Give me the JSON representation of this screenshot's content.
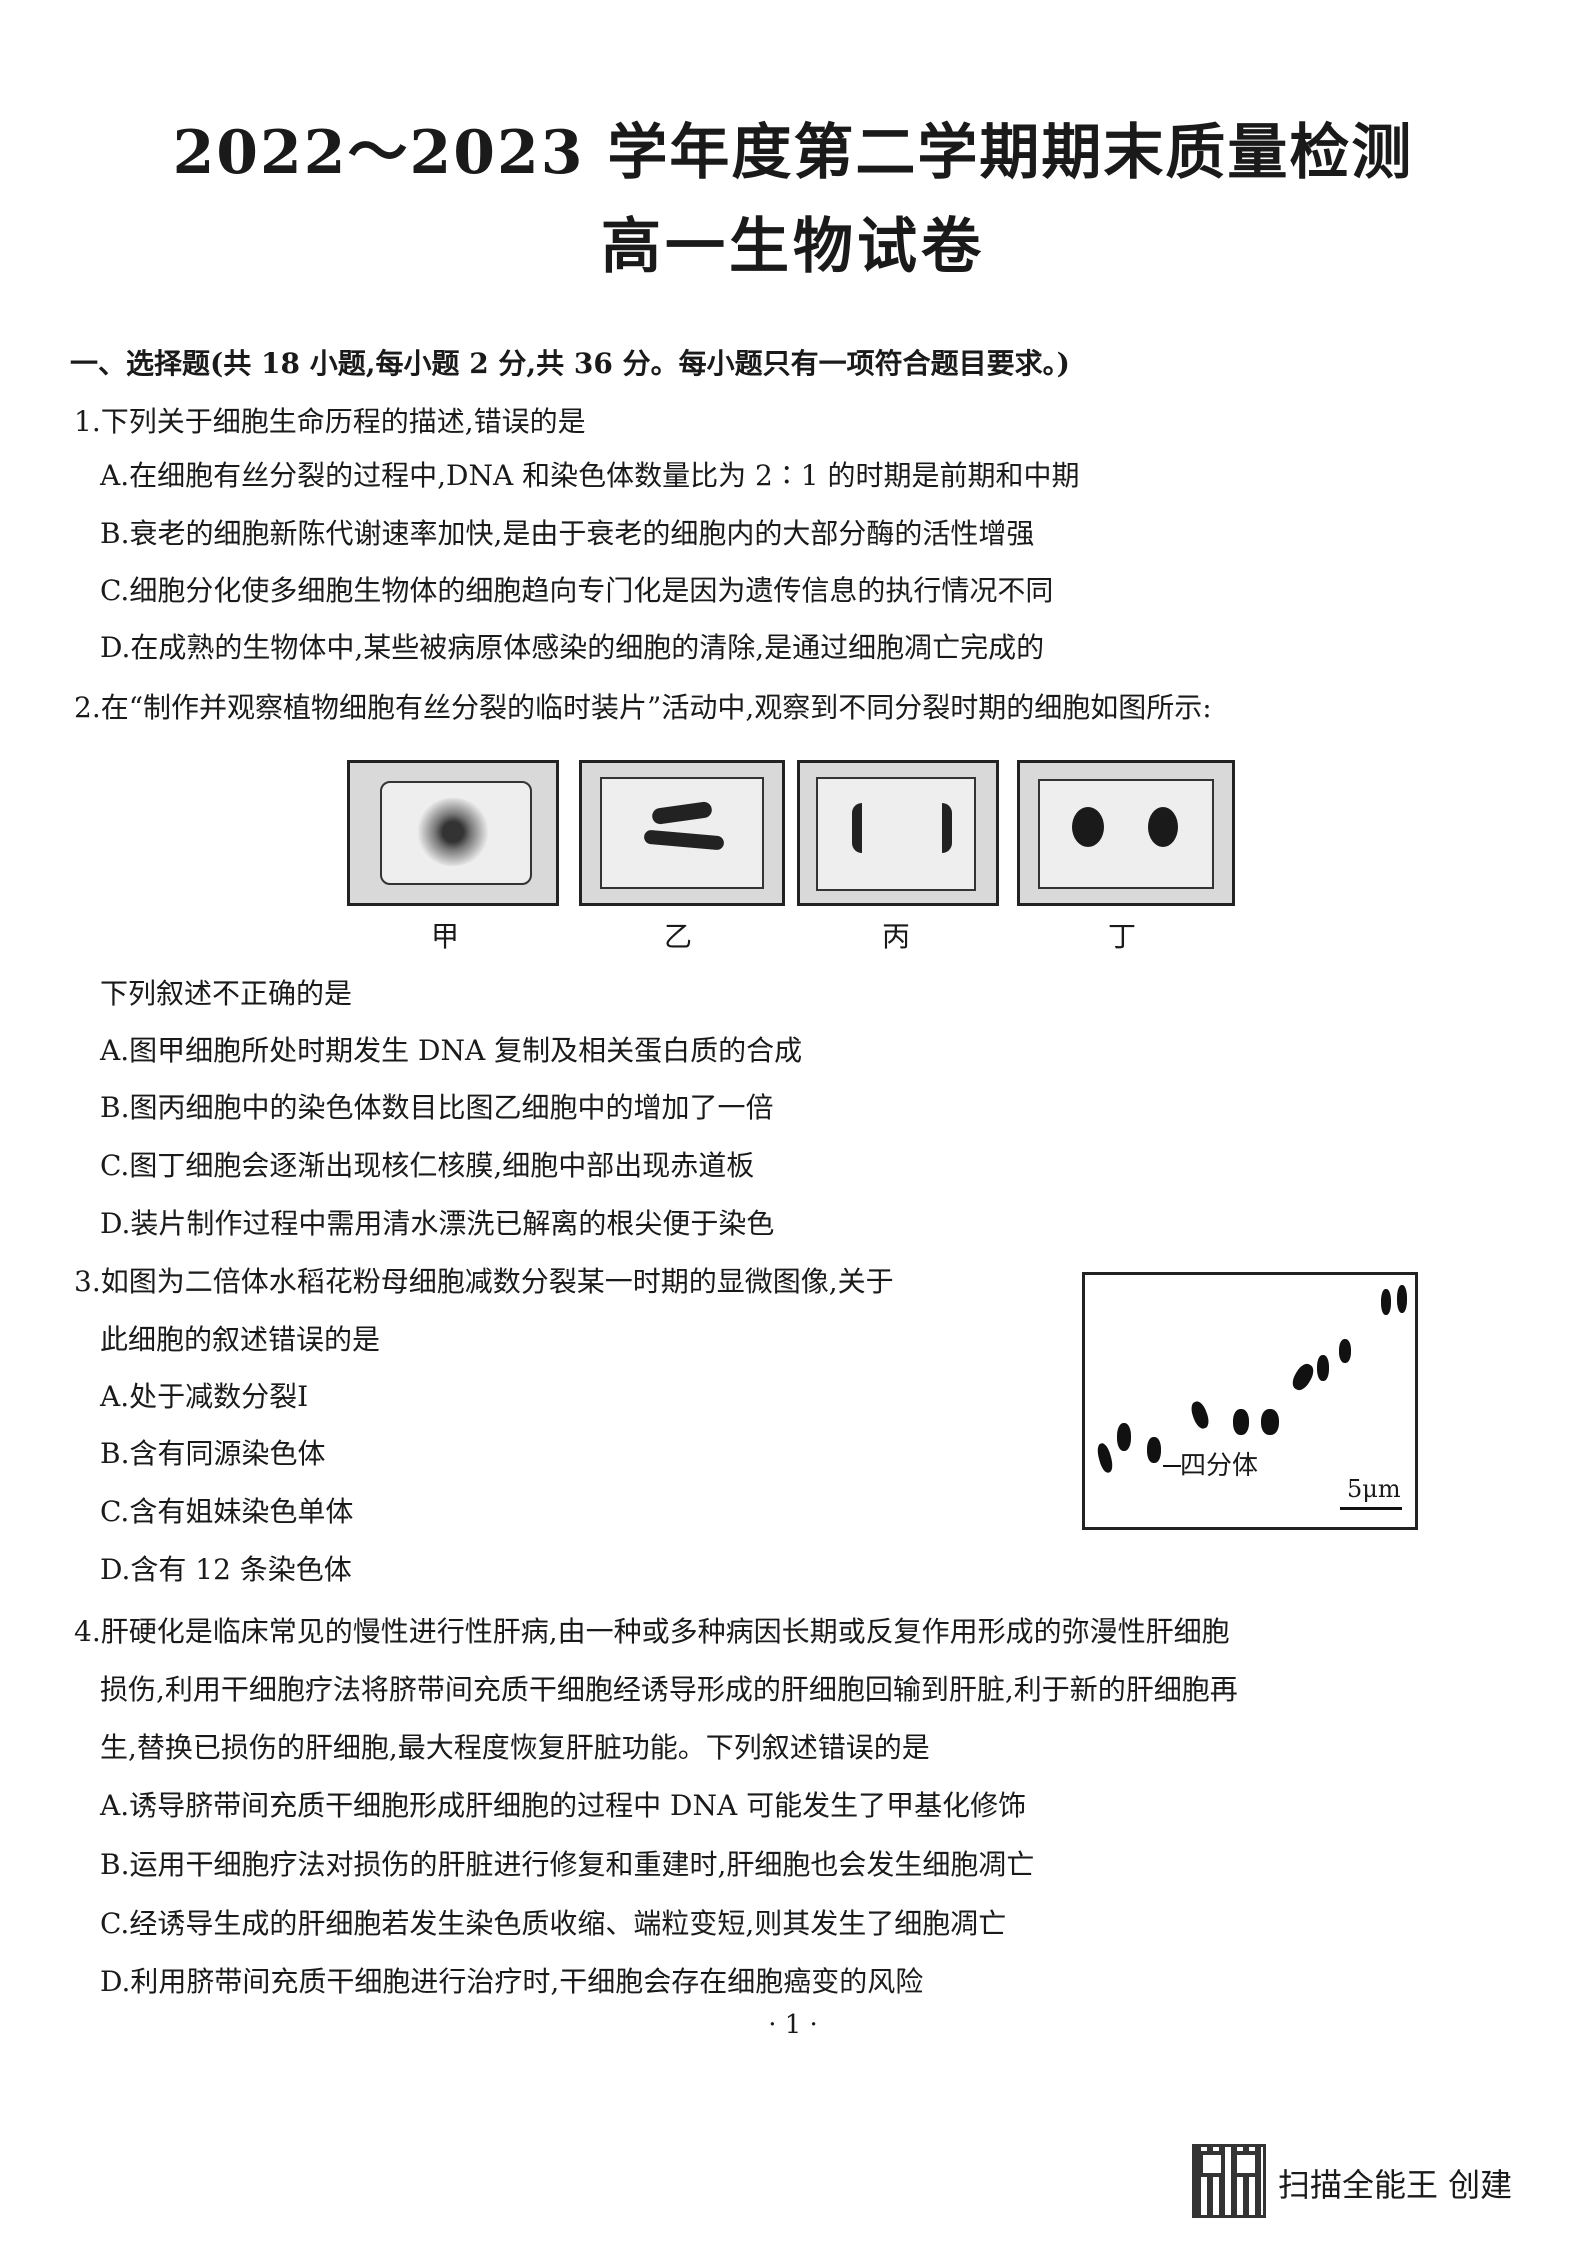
{
  "title": "2022～2023 学年度第二学期期末质量检测",
  "subtitle": "高一生物试卷",
  "section1": "一、选择题(共 18 小题,每小题 2 分,共 36 分。每小题只有一项符合题目要求。)",
  "q1": {
    "stem": "1.下列关于细胞生命历程的描述,错误的是",
    "a": "A.在细胞有丝分裂的过程中,DNA 和染色体数量比为 2∶1 的时期是前期和中期",
    "b": "B.衰老的细胞新陈代谢速率加快,是由于衰老的细胞内的大部分酶的活性增强",
    "c": "C.细胞分化使多细胞生物体的细胞趋向专门化是因为遗传信息的执行情况不同",
    "d": "D.在成熟的生物体中,某些被病原体感染的细胞的清除,是通过细胞凋亡完成的"
  },
  "q2": {
    "stem": "2.在“制作并观察植物细胞有丝分裂的临时装片”活动中,观察到不同分裂时期的细胞如图所示:",
    "labels": [
      "甲",
      "乙",
      "丙",
      "丁"
    ],
    "prompt": "下列叙述不正确的是",
    "a": "A.图甲细胞所处时期发生 DNA 复制及相关蛋白质的合成",
    "b": "B.图丙细胞中的染色体数目比图乙细胞中的增加了一倍",
    "c": "C.图丁细胞会逐渐出现核仁核膜,细胞中部出现赤道板",
    "d": "D.装片制作过程中需用清水漂洗已解离的根尖便于染色"
  },
  "q3": {
    "stem1": "3.如图为二倍体水稻花粉母细胞减数分裂某一时期的显微图像,关于",
    "stem2": "此细胞的叙述错误的是",
    "a": "A.处于减数分裂Ⅰ",
    "b": "B.含有同源染色体",
    "c": "C.含有姐妹染色单体",
    "d": "D.含有 12 条染色体",
    "figure_tag": "四分体",
    "scale": "5μm"
  },
  "q4": {
    "stem1": "4.肝硬化是临床常见的慢性进行性肝病,由一种或多种病因长期或反复作用形成的弥漫性肝细胞",
    "stem2": "损伤,利用干细胞疗法将脐带间充质干细胞经诱导形成的肝细胞回输到肝脏,利于新的肝细胞再",
    "stem3": "生,替换已损伤的肝细胞,最大程度恢复肝脏功能。下列叙述错误的是",
    "a": "A.诱导脐带间充质干细胞形成肝细胞的过程中 DNA 可能发生了甲基化修饰",
    "b": "B.运用干细胞疗法对损伤的肝脏进行修复和重建时,肝细胞也会发生细胞凋亡",
    "c": "C.经诱导生成的肝细胞若发生染色质收缩、端粒变短,则其发生了细胞凋亡",
    "d": "D.利用脐带间充质干细胞进行治疗时,干细胞会存在细胞癌变的风险"
  },
  "page_number": "· 1 ·",
  "watermark": "扫描全能王 创建"
}
